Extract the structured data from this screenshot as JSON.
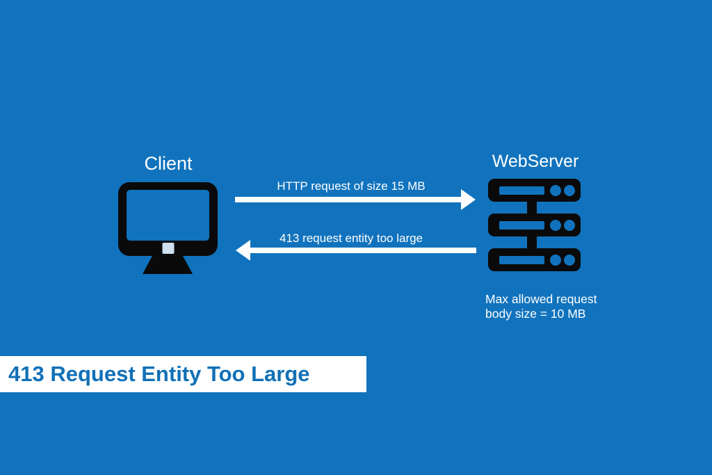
{
  "colors": {
    "background": "#1173BD",
    "icon_black": "#0A0A0A",
    "arrow_white": "#FFFFFF",
    "banner_background": "#FFFFFF",
    "banner_text_blue": "#1070B7",
    "monitor_notch": "#CFE0EE"
  },
  "client": {
    "label": "Client",
    "icon": "desktop-monitor-icon"
  },
  "server": {
    "label": "WebServer",
    "icon": "server-rack-icon",
    "caption_line1": "Max allowed request",
    "caption_line2": "body size = 10 MB"
  },
  "messages": {
    "request": {
      "label": "HTTP request of size 15 MB",
      "direction": "client-to-server"
    },
    "response": {
      "label": "413 request entity too large",
      "direction": "server-to-client"
    }
  },
  "banner": {
    "title": "413 Request Entity Too Large"
  }
}
